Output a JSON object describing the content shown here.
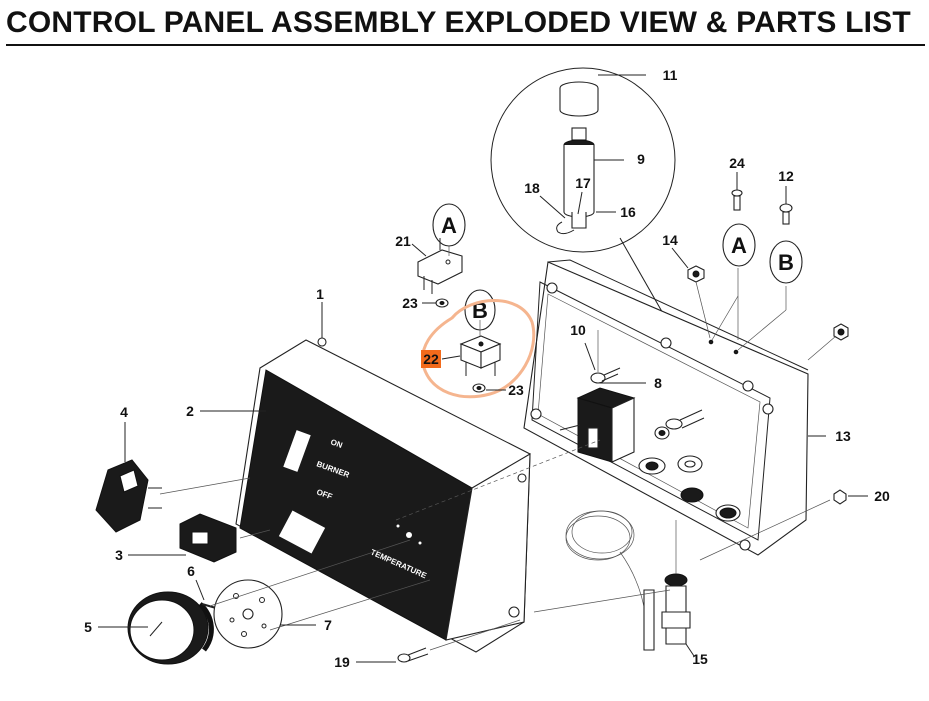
{
  "page": {
    "title": "CONTROL PANEL ASSEMBLY EXPLODED VIEW & PARTS LIST"
  },
  "diagram": {
    "callouts": [
      "1",
      "2",
      "3",
      "4",
      "5",
      "6",
      "7",
      "8",
      "9",
      "10",
      "11",
      "12",
      "13",
      "14",
      "15",
      "16",
      "17",
      "18",
      "19",
      "20",
      "21",
      "22",
      "23",
      "24"
    ],
    "highlighted_callout": "22",
    "detail_keys": [
      "A",
      "B"
    ],
    "panel_labels": {
      "on": "ON",
      "burner": "BURNER",
      "off": "OFF",
      "temperature": "TEMPERATURE"
    },
    "colors": {
      "highlight_fill": "#f26a1b",
      "highlight_ring": "#f5b58f",
      "line": "#222222",
      "panel_face": "#1a1a1a"
    }
  }
}
